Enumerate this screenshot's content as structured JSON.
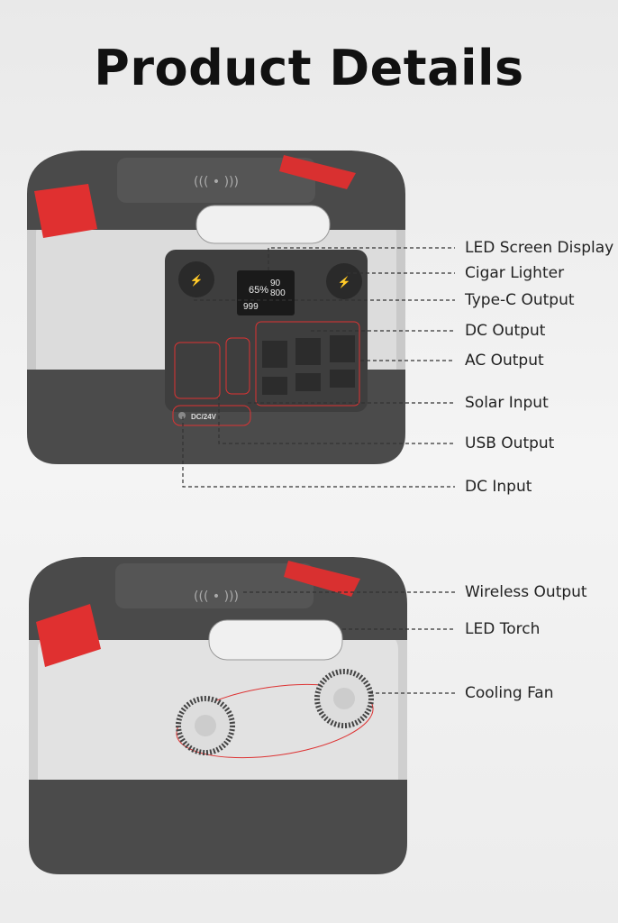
{
  "header": {
    "title": "Product Details"
  },
  "front_labels": [
    {
      "label": "LED Screen Display"
    },
    {
      "label": "Cigar Lighter"
    },
    {
      "label": "Type-C Output"
    },
    {
      "label": "DC Output"
    },
    {
      "label": "AC Output"
    },
    {
      "label": "Solar Input"
    },
    {
      "label": "USB Output"
    },
    {
      "label": "DC Input"
    }
  ],
  "back_labels": [
    {
      "label": "Wireless Output"
    },
    {
      "label": "LED Torch"
    },
    {
      "label": "Cooling Fan"
    }
  ],
  "device": {
    "screen": {
      "battery": "65%",
      "val1": "90",
      "val2": "800",
      "val3": "999"
    },
    "dc_input_label": "DC/24V"
  },
  "colors": {
    "accent": "#e52b2b",
    "body": "#4a4a4a",
    "shell": "#cfcfcf"
  }
}
